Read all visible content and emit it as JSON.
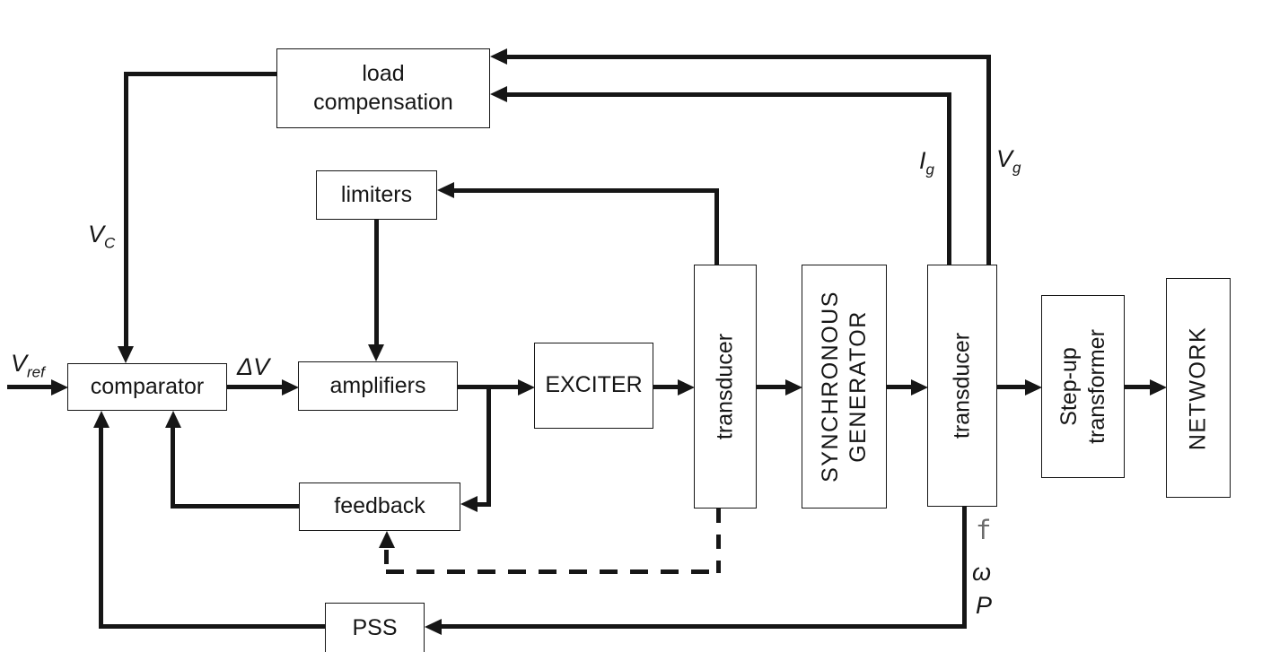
{
  "blocks": {
    "load_compensation": {
      "lines": [
        "load",
        "compensation"
      ]
    },
    "limiters": {
      "label": "limiters"
    },
    "comparator": {
      "label": "comparator"
    },
    "amplifiers": {
      "label": "amplifiers"
    },
    "exciter": {
      "label": "EXCITER"
    },
    "transducer_field": {
      "label": "transducer"
    },
    "synchronous_generator": {
      "lines": [
        "SYNCHRONOUS",
        "GENERATOR"
      ]
    },
    "transducer_output": {
      "label": "transducer"
    },
    "step_up_transformer": {
      "lines": [
        "Step-up",
        "transformer"
      ]
    },
    "network": {
      "label": "NETWORK"
    },
    "feedback": {
      "label": "feedback"
    },
    "pss": {
      "label": "PSS"
    }
  },
  "signal_labels": {
    "v_ref": {
      "base": "V",
      "sub": "ref"
    },
    "v_c": {
      "base": "V",
      "sub": "C"
    },
    "delta_v": {
      "base": "ΔV",
      "sub": ""
    },
    "i_g": {
      "base": "I",
      "sub": "g"
    },
    "v_g": {
      "base": "V",
      "sub": "g"
    },
    "f": {
      "base": "f",
      "sub": ""
    },
    "omega": {
      "base": "ω",
      "sub": ""
    },
    "p": {
      "base": "P",
      "sub": ""
    }
  },
  "colors": {
    "line": "#161616",
    "box_border": "#161616",
    "background": "#ffffff",
    "f_label": "#6b6b6b"
  }
}
